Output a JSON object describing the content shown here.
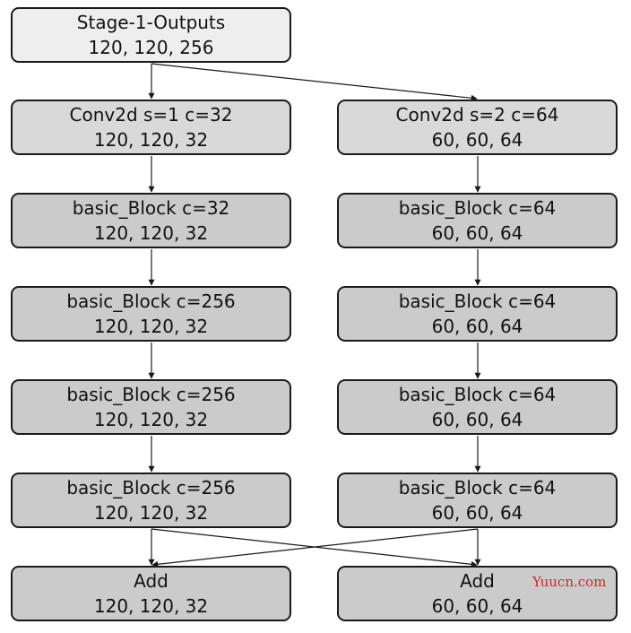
{
  "nodes": {
    "stage1_outputs": {
      "title": "Stage-1-Outputs",
      "shape": "120, 120, 256"
    },
    "left": [
      {
        "title": "Conv2d s=1 c=32",
        "shape": "120, 120, 32"
      },
      {
        "title": "basic_Block c=32",
        "shape": "120, 120, 32"
      },
      {
        "title": "basic_Block c=256",
        "shape": "120, 120, 32"
      },
      {
        "title": "basic_Block c=256",
        "shape": "120, 120, 32"
      },
      {
        "title": "basic_Block c=256",
        "shape": "120, 120, 32"
      },
      {
        "title": "Add",
        "shape": "120, 120, 32"
      }
    ],
    "right": [
      {
        "title": "Conv2d s=2 c=64",
        "shape": "60, 60, 64"
      },
      {
        "title": "basic_Block c=64",
        "shape": "60, 60, 64"
      },
      {
        "title": "basic_Block c=64",
        "shape": "60, 60, 64"
      },
      {
        "title": "basic_Block c=64",
        "shape": "60, 60, 64"
      },
      {
        "title": "basic_Block c=64",
        "shape": "60, 60, 64"
      },
      {
        "title": "Add",
        "shape": "60, 60, 64"
      }
    ]
  },
  "colors": {
    "input_fill": "#eeeeee",
    "conv_fill": "#d9d9d9",
    "block_fill": "#cbcbcb",
    "stroke": "#1a1a1a",
    "watermark": "#c82828"
  },
  "watermark": "Yuucn.com"
}
